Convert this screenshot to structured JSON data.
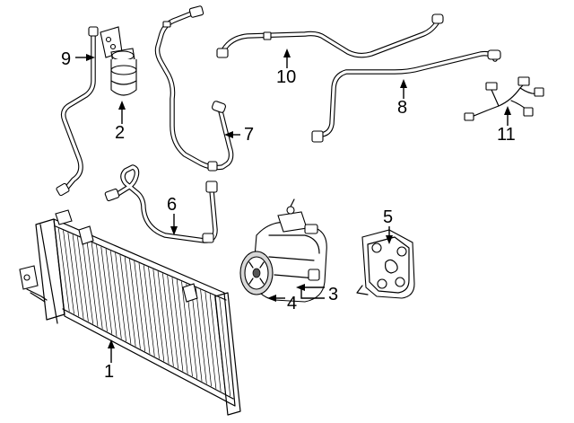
{
  "diagram": {
    "callouts": {
      "c1": "1",
      "c2": "2",
      "c3": "3",
      "c4": "4",
      "c5": "5",
      "c6": "6",
      "c7": "7",
      "c8": "8",
      "c9": "9",
      "c10": "10",
      "c11": "11"
    },
    "parts": [
      "condenser",
      "receiver-drier",
      "compressor",
      "clutch",
      "bracket",
      "hose",
      "hose",
      "tube",
      "tube",
      "tube",
      "wire-harness"
    ],
    "colors": {
      "line": "#000000",
      "background": "#ffffff",
      "shading": "#d8d8d8"
    }
  }
}
